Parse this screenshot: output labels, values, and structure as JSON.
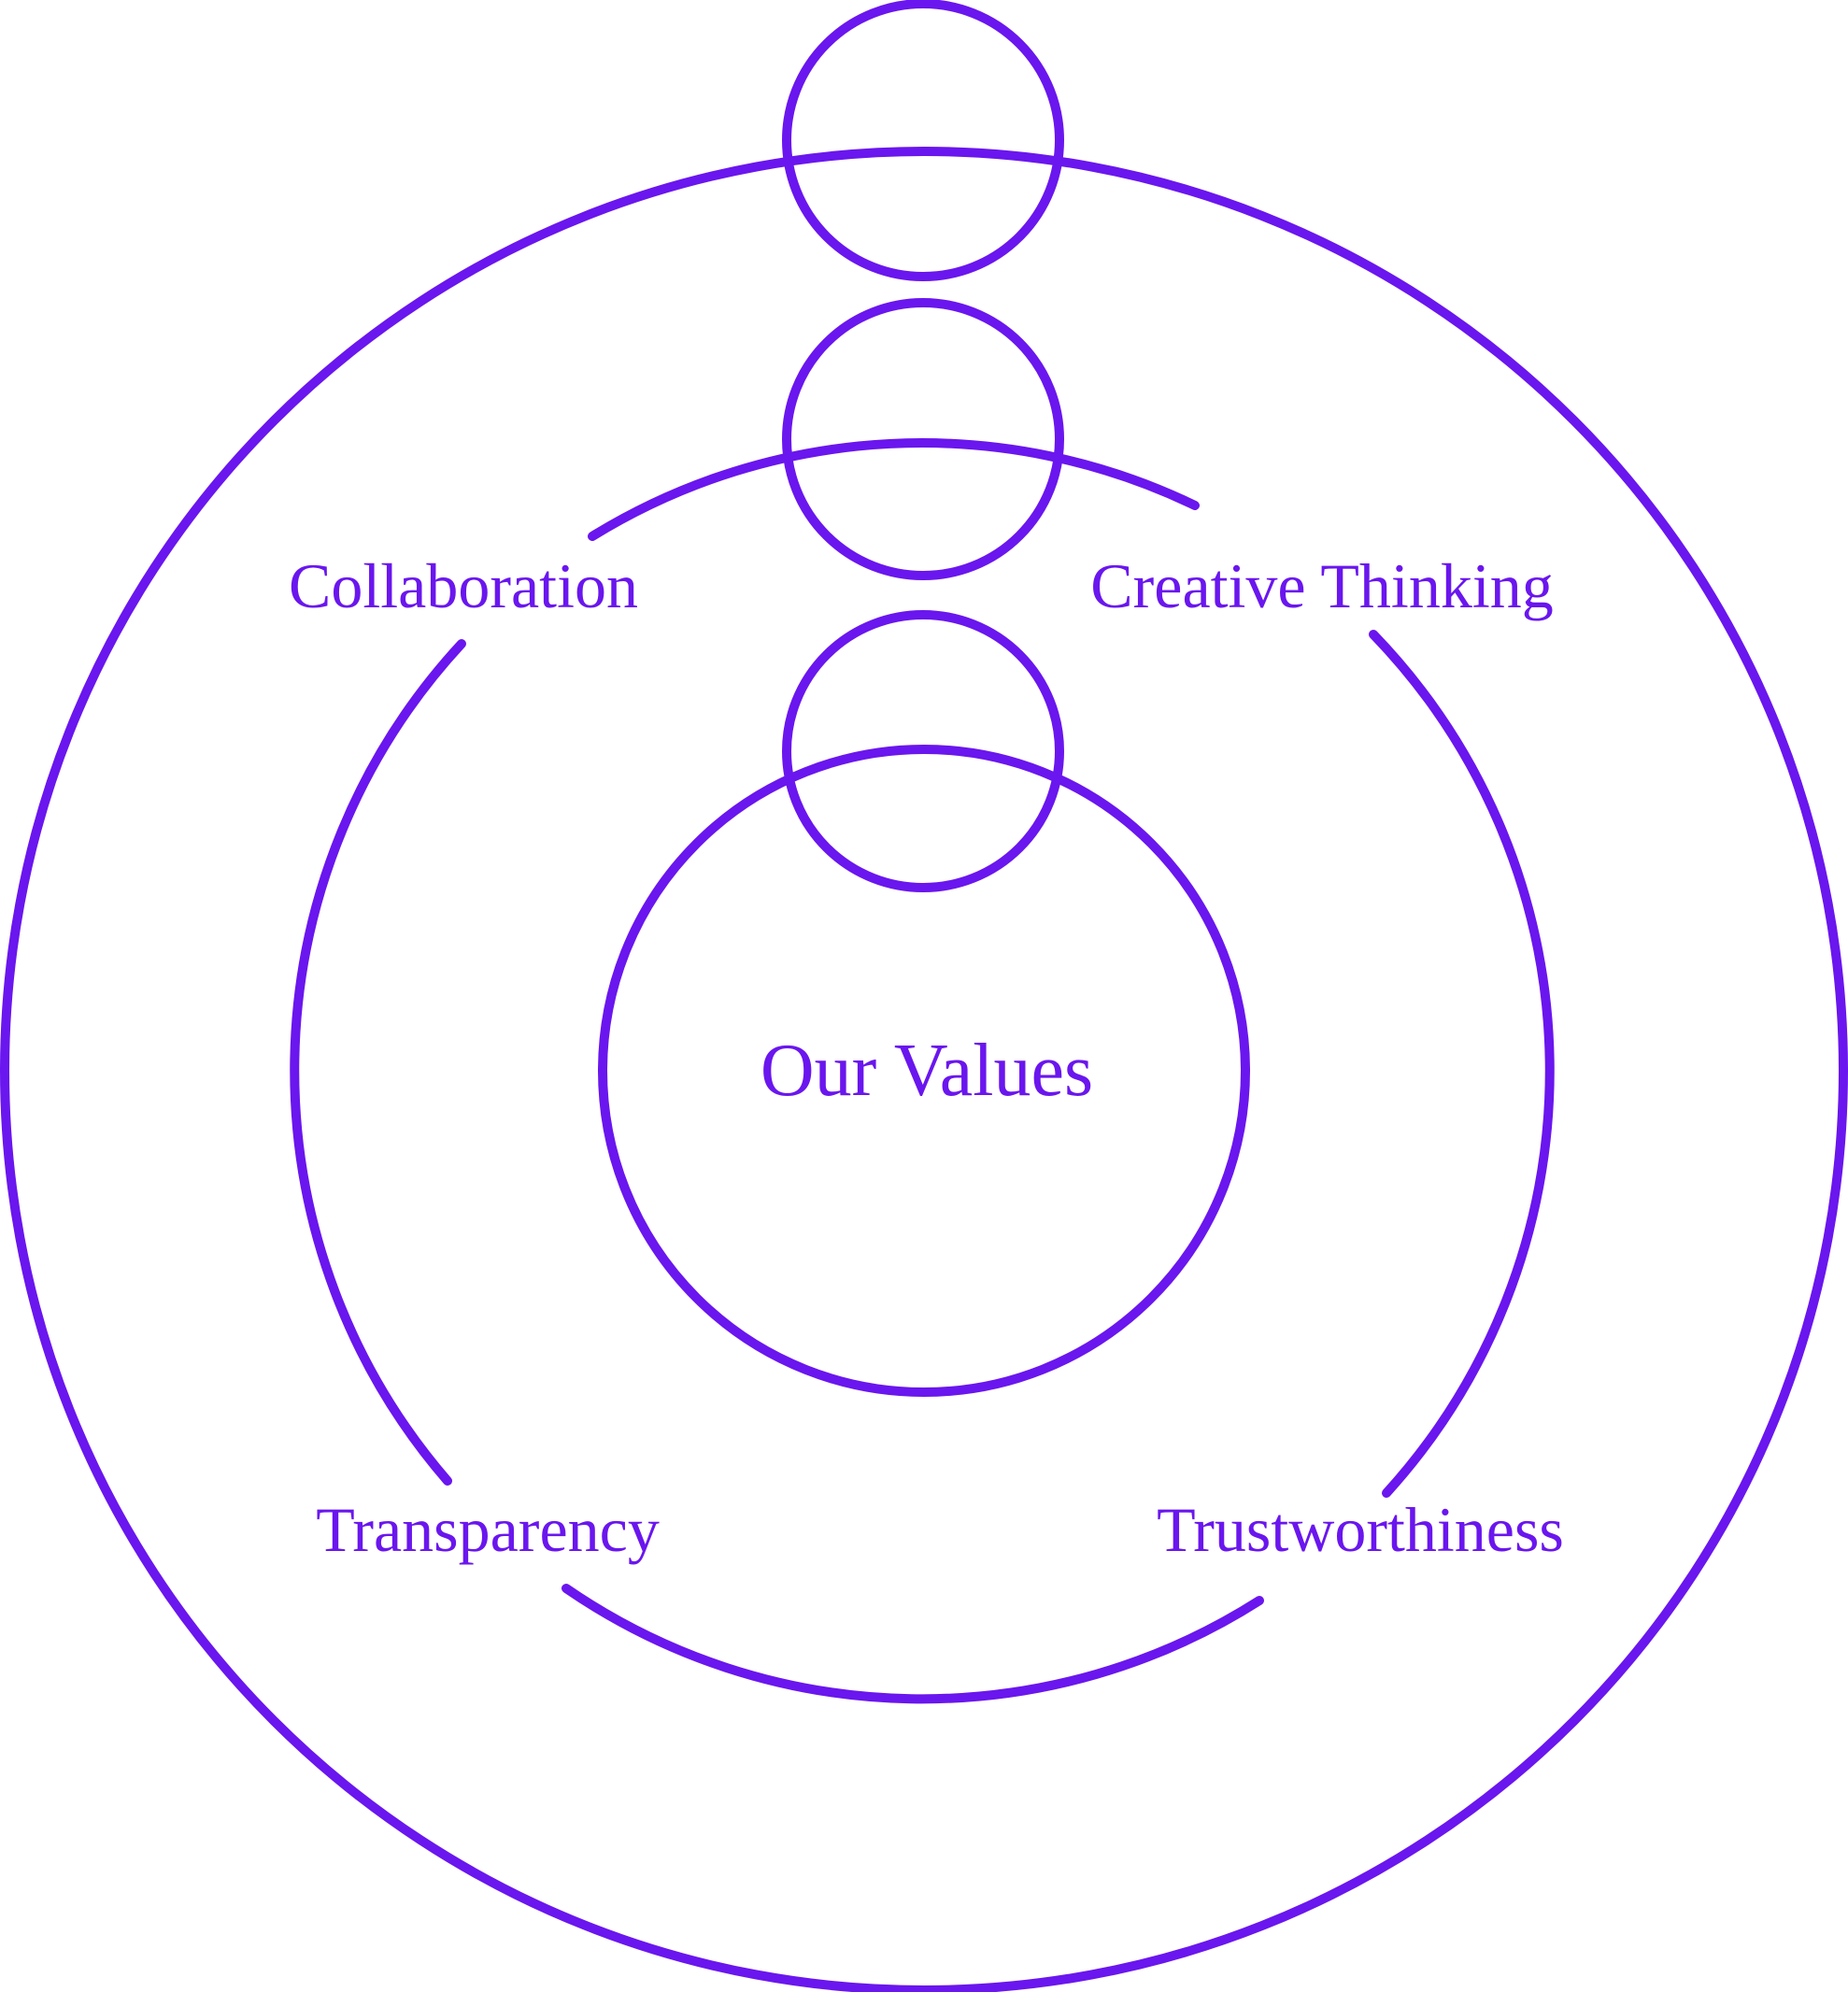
{
  "diagram": {
    "center_label": "Our Values",
    "value_labels": {
      "top_left": "Collaboration",
      "top_right": "Creative Thinking",
      "bottom_left": "Transparency",
      "bottom_right": "Trustworthiness"
    },
    "colors": {
      "accent": "#6A16EE",
      "background": "#FFFFFF"
    }
  }
}
